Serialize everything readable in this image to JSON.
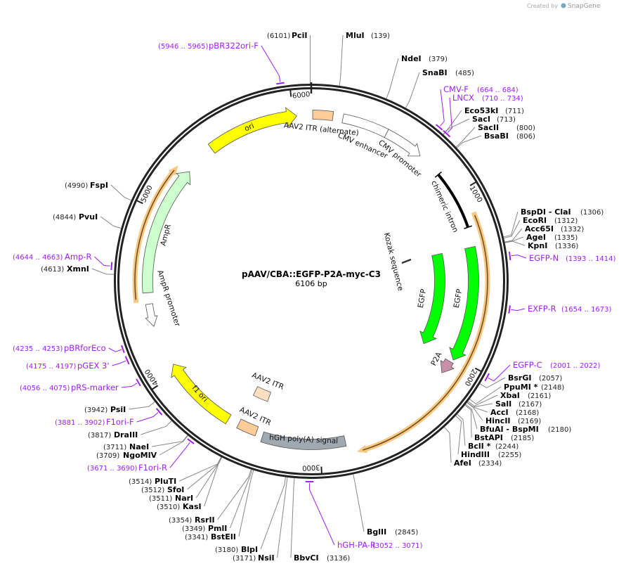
{
  "brand": {
    "created_by": "Created by",
    "name": "SnapGene"
  },
  "plasmid": {
    "name": "pAAV/CBA::EGFP-P2A-myc-C3",
    "length": "6106 bp",
    "total_bp": 6106
  },
  "ticks": [
    "1000",
    "2000",
    "3000",
    "4000",
    "5000",
    "6000"
  ],
  "features": [
    {
      "name": "ori",
      "color": "#ffff00"
    },
    {
      "name": "AAV2 ITR (alternate)",
      "color": "#ffcc99"
    },
    {
      "name": "CMV enhancer",
      "color": "#ffffff"
    },
    {
      "name": "CMV promoter",
      "color": "#ffffff"
    },
    {
      "name": "chimeric intron",
      "color": "#000000"
    },
    {
      "name": "Kozak sequence",
      "color": "#333333"
    },
    {
      "name": "EGFP",
      "color": "#00ff00"
    },
    {
      "name": "EGFP",
      "color": "#00ff00"
    },
    {
      "name": "P2A",
      "color": "#c890a8"
    },
    {
      "name": "hGH poly(A) signal",
      "color": "#a0a8b0"
    },
    {
      "name": "AAV2 ITR",
      "color": "#ffcc99"
    },
    {
      "name": "AAV2 ITR",
      "color": "#ffe0c0"
    },
    {
      "name": "f1 ori",
      "color": "#ffff00"
    },
    {
      "name": "AmpR",
      "color": "#ccffcc"
    },
    {
      "name": "AmpR promoter",
      "color": "#ffffff"
    }
  ],
  "enzymes": [
    {
      "name": "PciI",
      "pos": "(6101)"
    },
    {
      "name": "MluI",
      "pos": "(139)"
    },
    {
      "name": "NdeI",
      "pos": "(379)"
    },
    {
      "name": "SnaBI",
      "pos": "(485)"
    },
    {
      "name": "Eco53kI",
      "pos": "(711)"
    },
    {
      "name": "SacI",
      "pos": "(713)"
    },
    {
      "name": "SacII",
      "pos": "(800)"
    },
    {
      "name": "BsaBI",
      "pos": "(806)"
    },
    {
      "name": "BspDI   - ClaI",
      "pos": "(1306)"
    },
    {
      "name": "EcoRI",
      "pos": "(1312)"
    },
    {
      "name": "Acc65I",
      "pos": "(1332)"
    },
    {
      "name": "AgeI",
      "pos": "(1335)"
    },
    {
      "name": "KpnI",
      "pos": "(1336)"
    },
    {
      "name": "BsrGI",
      "pos": "(2057)"
    },
    {
      "name": "PpuMI *",
      "pos": "(2148)"
    },
    {
      "name": "XbaI",
      "pos": "(2161)"
    },
    {
      "name": "SalI",
      "pos": "(2167)"
    },
    {
      "name": "AccI",
      "pos": "(2168)"
    },
    {
      "name": "HincII",
      "pos": "(2169)"
    },
    {
      "name": "BfuAI   - BspMI",
      "pos": "(2180)"
    },
    {
      "name": "BstAPI",
      "pos": "(2185)"
    },
    {
      "name": "BclI *",
      "pos": "(2244)"
    },
    {
      "name": "HindIII",
      "pos": "(2255)"
    },
    {
      "name": "AfeI",
      "pos": "(2334)"
    },
    {
      "name": "BglII",
      "pos": "(2845)"
    },
    {
      "name": "BbvCI",
      "pos": "(3136)"
    },
    {
      "name": "NsiI",
      "pos": "(3171)"
    },
    {
      "name": "BlpI",
      "pos": "(3180)"
    },
    {
      "name": "BstEII",
      "pos": "(3341)"
    },
    {
      "name": "PmlI",
      "pos": "(3349)"
    },
    {
      "name": "RsrII",
      "pos": "(3354)"
    },
    {
      "name": "KasI",
      "pos": "(3510)"
    },
    {
      "name": "NarI",
      "pos": "(3511)"
    },
    {
      "name": "SfoI",
      "pos": "(3512)"
    },
    {
      "name": "PluTI",
      "pos": "(3514)"
    },
    {
      "name": "NgoMIV",
      "pos": "(3709)"
    },
    {
      "name": "NaeI",
      "pos": "(3711)"
    },
    {
      "name": "DraIII",
      "pos": "(3817)"
    },
    {
      "name": "PsiI",
      "pos": "(3942)"
    },
    {
      "name": "XmnI",
      "pos": "(4613)"
    },
    {
      "name": "PvuI",
      "pos": "(4844)"
    },
    {
      "name": "FspI",
      "pos": "(4990)"
    }
  ],
  "primers": [
    {
      "name": "pBR322ori-F",
      "range": "(5946 .. 5965)"
    },
    {
      "name": "CMV-F",
      "range": "(664 .. 684)"
    },
    {
      "name": "LNCX",
      "range": "(710 .. 734)"
    },
    {
      "name": "EGFP-N",
      "range": "(1393 .. 1414)"
    },
    {
      "name": "EXFP-R",
      "range": "(1654 .. 1673)"
    },
    {
      "name": "EGFP-C",
      "range": "(2001 .. 2022)"
    },
    {
      "name": "hGH-PA-R",
      "range": "(3052 .. 3071)"
    },
    {
      "name": "F1ori-R",
      "range": "(3671 .. 3690)"
    },
    {
      "name": "F1ori-F",
      "range": "(3881 .. 3902)"
    },
    {
      "name": "pRS-marker",
      "range": "(4056 .. 4075)"
    },
    {
      "name": "pGEX 3'",
      "range": "(4175 .. 4197)"
    },
    {
      "name": "pBRforEco",
      "range": "(4235 .. 4253)"
    },
    {
      "name": "Amp-R",
      "range": "(4644 .. 4663)"
    }
  ],
  "colors": {
    "primer": "#a020f0",
    "backbone": "#222222",
    "selection": "#f8c880"
  }
}
